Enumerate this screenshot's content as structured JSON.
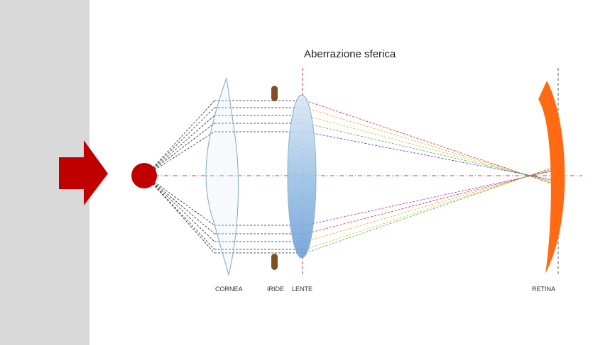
{
  "title": "Aberrazione sferica",
  "labels": {
    "cornea": "CORNEA",
    "iride": "IRIDE",
    "lente": "LENTE",
    "retina": "RETINA"
  },
  "colors": {
    "background": "#ffffff",
    "sidebar": "#d9d9d9",
    "arrow": "#c00000",
    "source": "#c00000",
    "iris": "#7f4f24",
    "lens_fill": "#9dc3e6",
    "cornea_stroke": "#7fa7c9",
    "retina": "#ff6a13",
    "axis": "#c00000",
    "ray_colors": [
      "#e02020",
      "#f0a030",
      "#c8c820",
      "#3cb44b",
      "#3a3ad0",
      "#8a2be2"
    ]
  }
}
